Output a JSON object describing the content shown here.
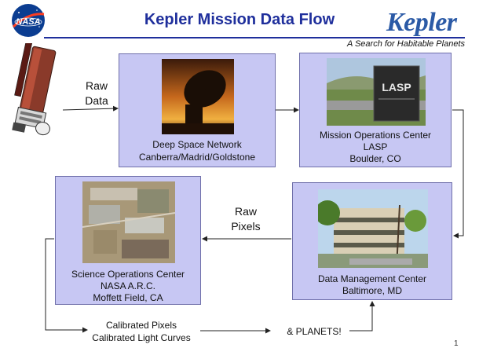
{
  "header": {
    "title": "Kepler Mission Data Flow",
    "nasa_logo_text": "NASA",
    "kepler_logo_text": "Kepler",
    "tagline": "A Search for Habitable Planets"
  },
  "nodes": {
    "dsn": {
      "line1": "Deep Space Network",
      "line2": "Canberra/Madrid/Goldstone"
    },
    "moc": {
      "line1": "Mission Operations Center",
      "line2": "LASP",
      "line3": "Boulder, CO",
      "sign_text": "LASP"
    },
    "dmc": {
      "line1": "Data Management Center",
      "line2": "Baltimore, MD"
    },
    "soc": {
      "line1": "Science Operations Center",
      "line2": "NASA A.R.C.",
      "line3": "Moffett Field, CA"
    }
  },
  "edge_labels": {
    "raw_data_1": "Raw",
    "raw_data_2": "Data",
    "raw_pixels_1": "Raw",
    "raw_pixels_2": "Pixels",
    "calibrated_1": "Calibrated Pixels",
    "calibrated_2": "Calibrated Light Curves",
    "planets": "& PLANETS!"
  },
  "page_number": "1",
  "colors": {
    "title": "#1f2f9c",
    "box_fill": "#c7c7f3",
    "box_border": "#6f6faa",
    "kepler_logo": "#2b5aa6"
  },
  "icons": [
    "nasa-logo",
    "kepler-spacecraft",
    "dish-antenna-photo",
    "lasp-building-photo",
    "office-building-photo",
    "aerial-campus-photo"
  ]
}
